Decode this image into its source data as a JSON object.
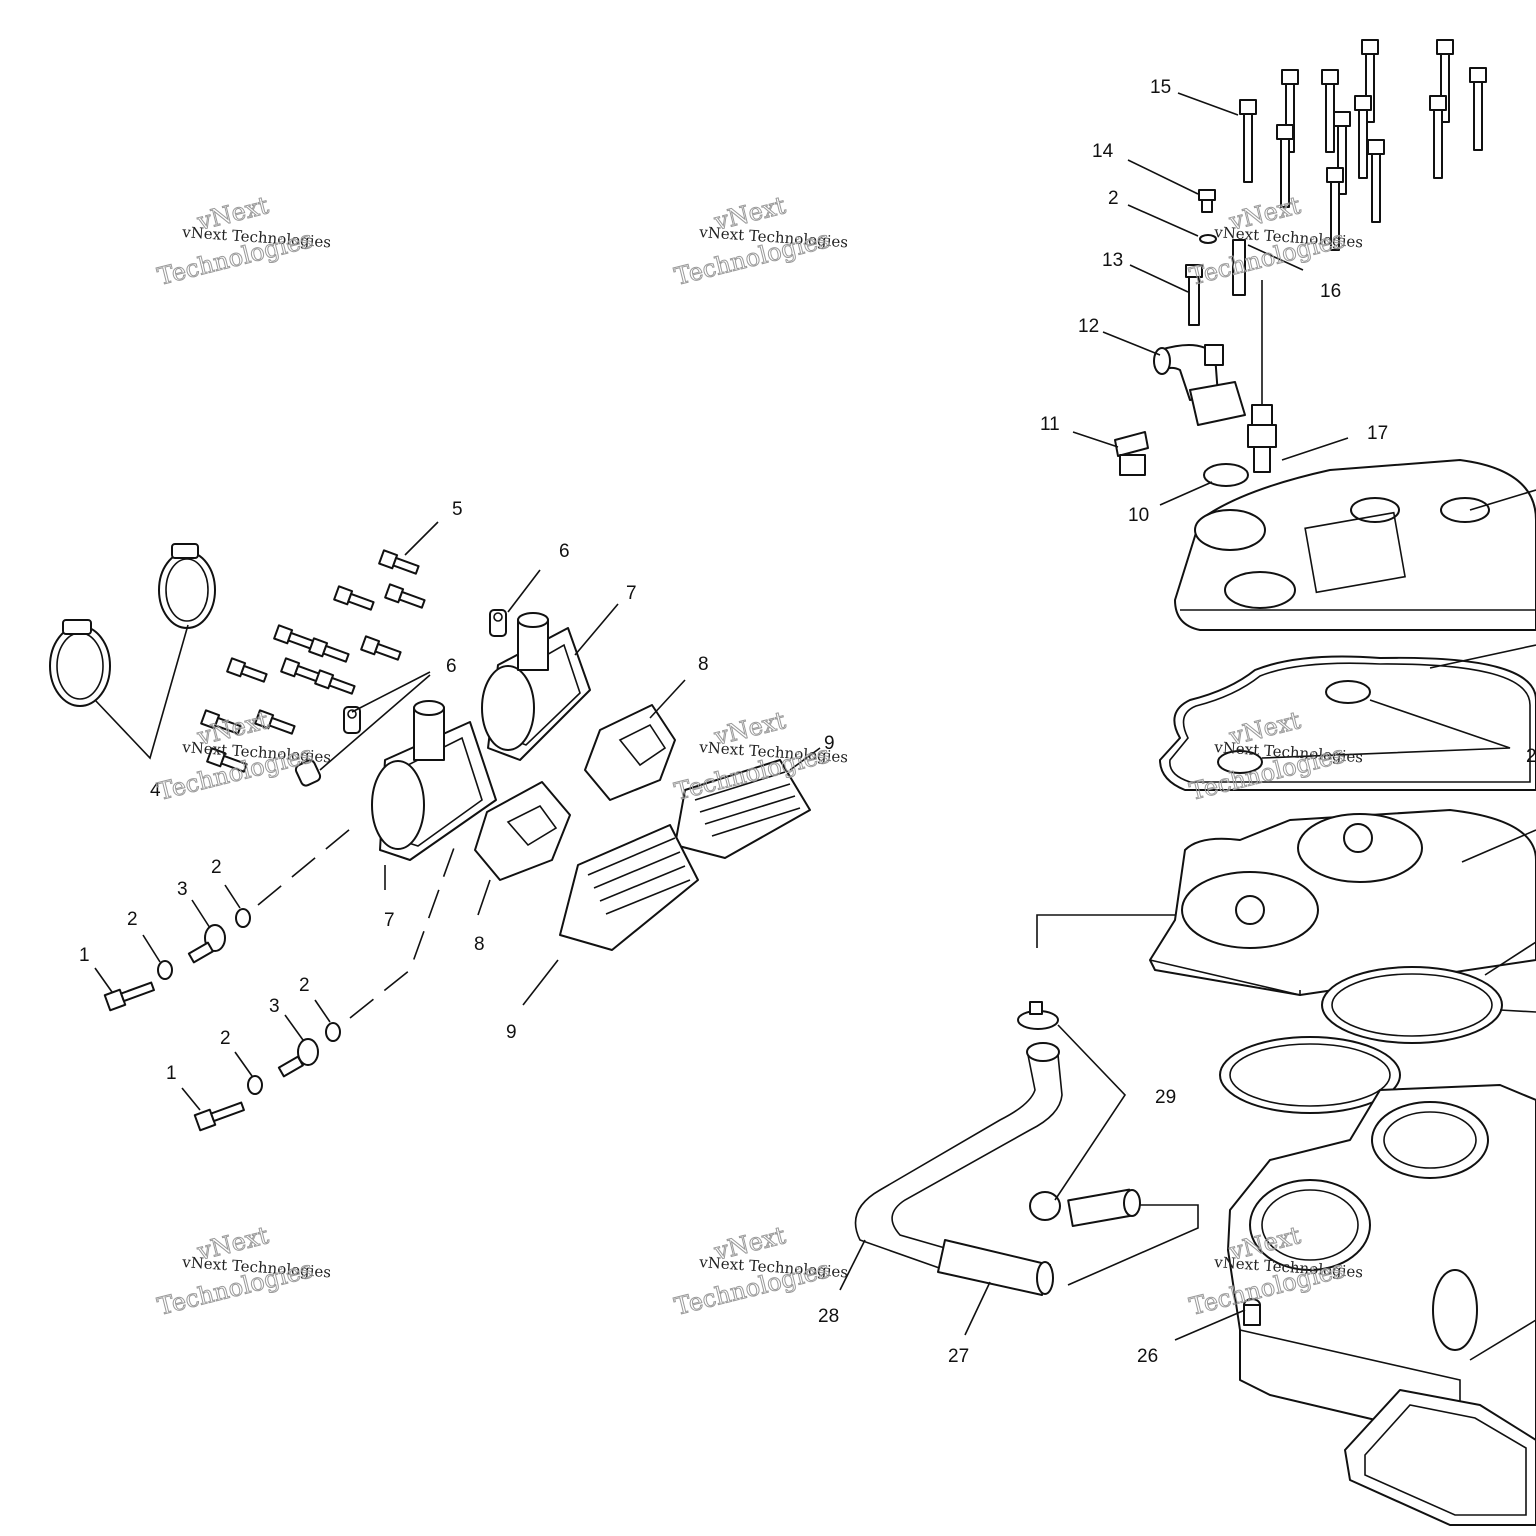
{
  "colors": {
    "line": "#111111",
    "background": "#ffffff",
    "watermark_outline": "#9a9a9a"
  },
  "callouts": {
    "n1a": "1",
    "n1b": "1",
    "n2a": "2",
    "n2b": "2",
    "n2c": "2",
    "n2d": "2",
    "n2e": "2",
    "n2f": "2",
    "n3a": "3",
    "n3b": "3",
    "n4": "4",
    "n5": "5",
    "n6a": "6",
    "n6b": "6",
    "n7a": "7",
    "n7b": "7",
    "n8a": "8",
    "n8b": "8",
    "n9a": "9",
    "n9b": "9",
    "n10": "10",
    "n11": "11",
    "n12": "12",
    "n13": "13",
    "n14": "14",
    "n15": "15",
    "n16": "16",
    "n17": "17",
    "n26": "26",
    "n27": "27",
    "n28": "28",
    "n29": "29"
  },
  "watermark": {
    "line1": "vNext Technologies",
    "line2a": "vNext",
    "line2b": "Technologies"
  }
}
